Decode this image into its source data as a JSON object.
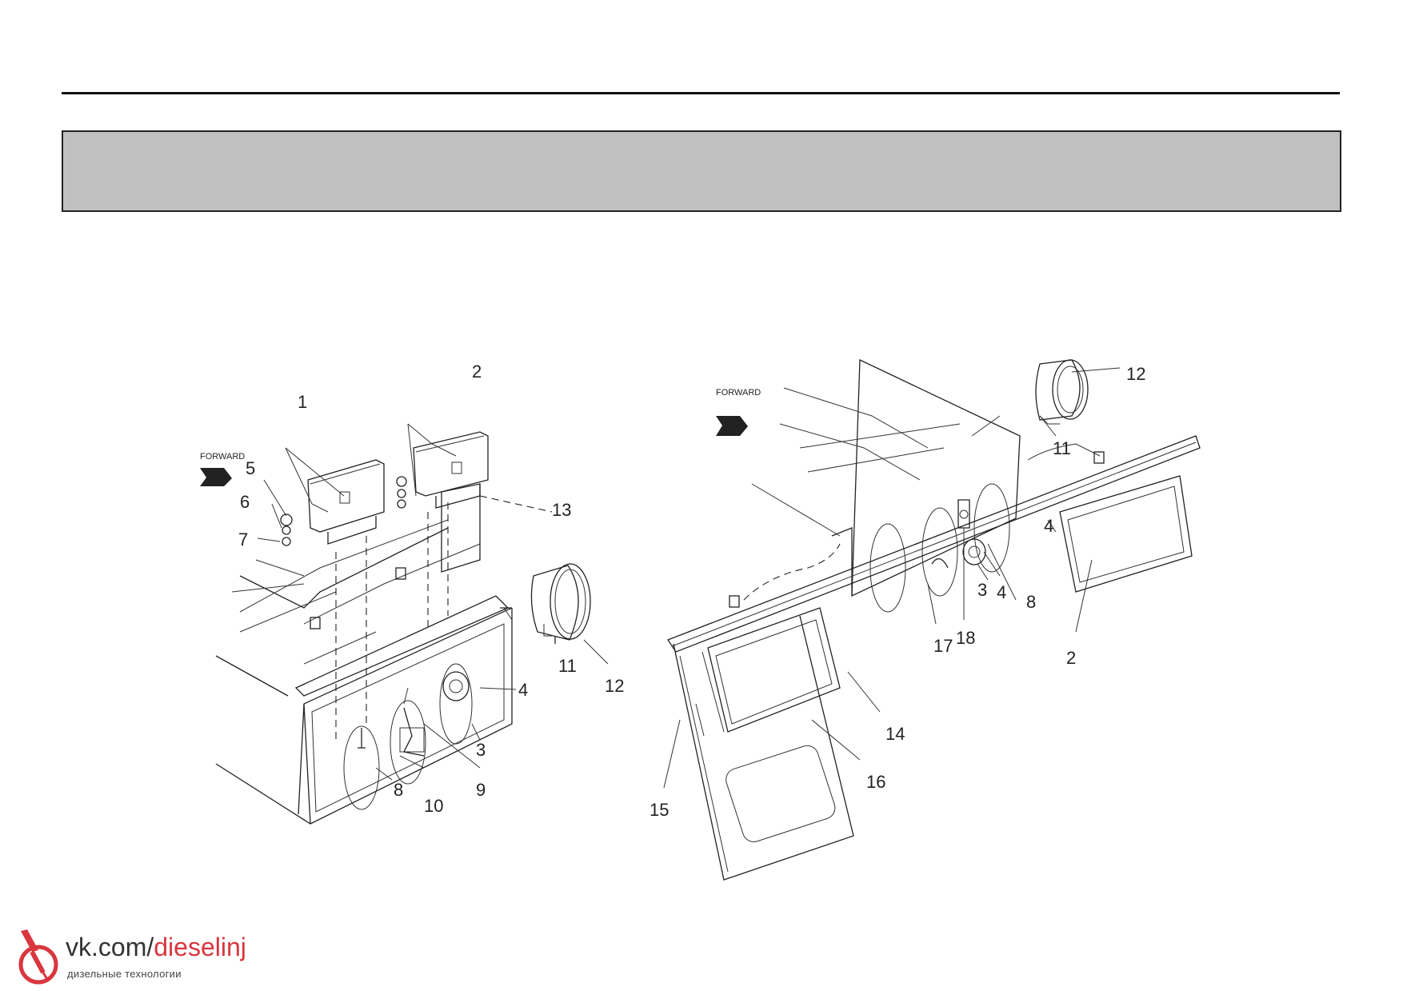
{
  "header": {
    "banner_text": ""
  },
  "left_view": {
    "forward_label": "FORWARD",
    "callouts": [
      "1",
      "2",
      "3",
      "4",
      "5",
      "6",
      "7",
      "8",
      "9",
      "10",
      "11",
      "12",
      "13"
    ]
  },
  "right_view": {
    "forward_label": "FORWARD",
    "callouts": [
      "12",
      "11",
      "4",
      "2",
      "8",
      "4",
      "3",
      "18",
      "17",
      "14",
      "16",
      "15"
    ]
  },
  "watermark": {
    "domain_prefix": "vk.com/",
    "domain_highlight": "dieselinj",
    "subtitle": "дизельные технологии"
  },
  "colors": {
    "banner": "#c0c0c0",
    "ink": "#222222",
    "logo_red": "#d9363e"
  }
}
